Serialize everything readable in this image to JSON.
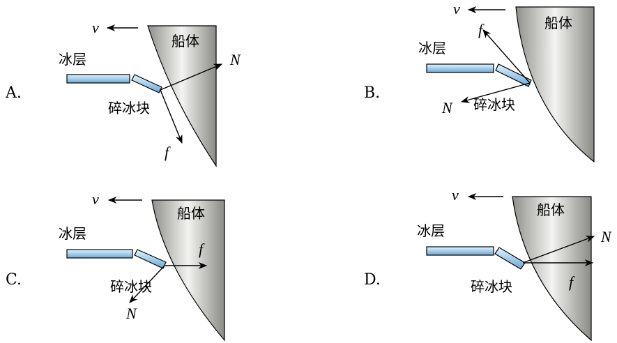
{
  "labels": {
    "hull": "船体",
    "ice_layer": "冰层",
    "broken_ice": "碎冰块",
    "velocity": "v",
    "normal": "N",
    "friction": "f"
  },
  "options": [
    {
      "id": "A",
      "label": "A."
    },
    {
      "id": "B",
      "label": "B."
    },
    {
      "id": "C",
      "label": "C."
    },
    {
      "id": "D",
      "label": "D."
    }
  ],
  "colors": {
    "hull_dark": "#8a8a86",
    "hull_light": "#f2f2f0",
    "ice_light": "#dff0fb",
    "ice_dark": "#6aa9d8"
  }
}
